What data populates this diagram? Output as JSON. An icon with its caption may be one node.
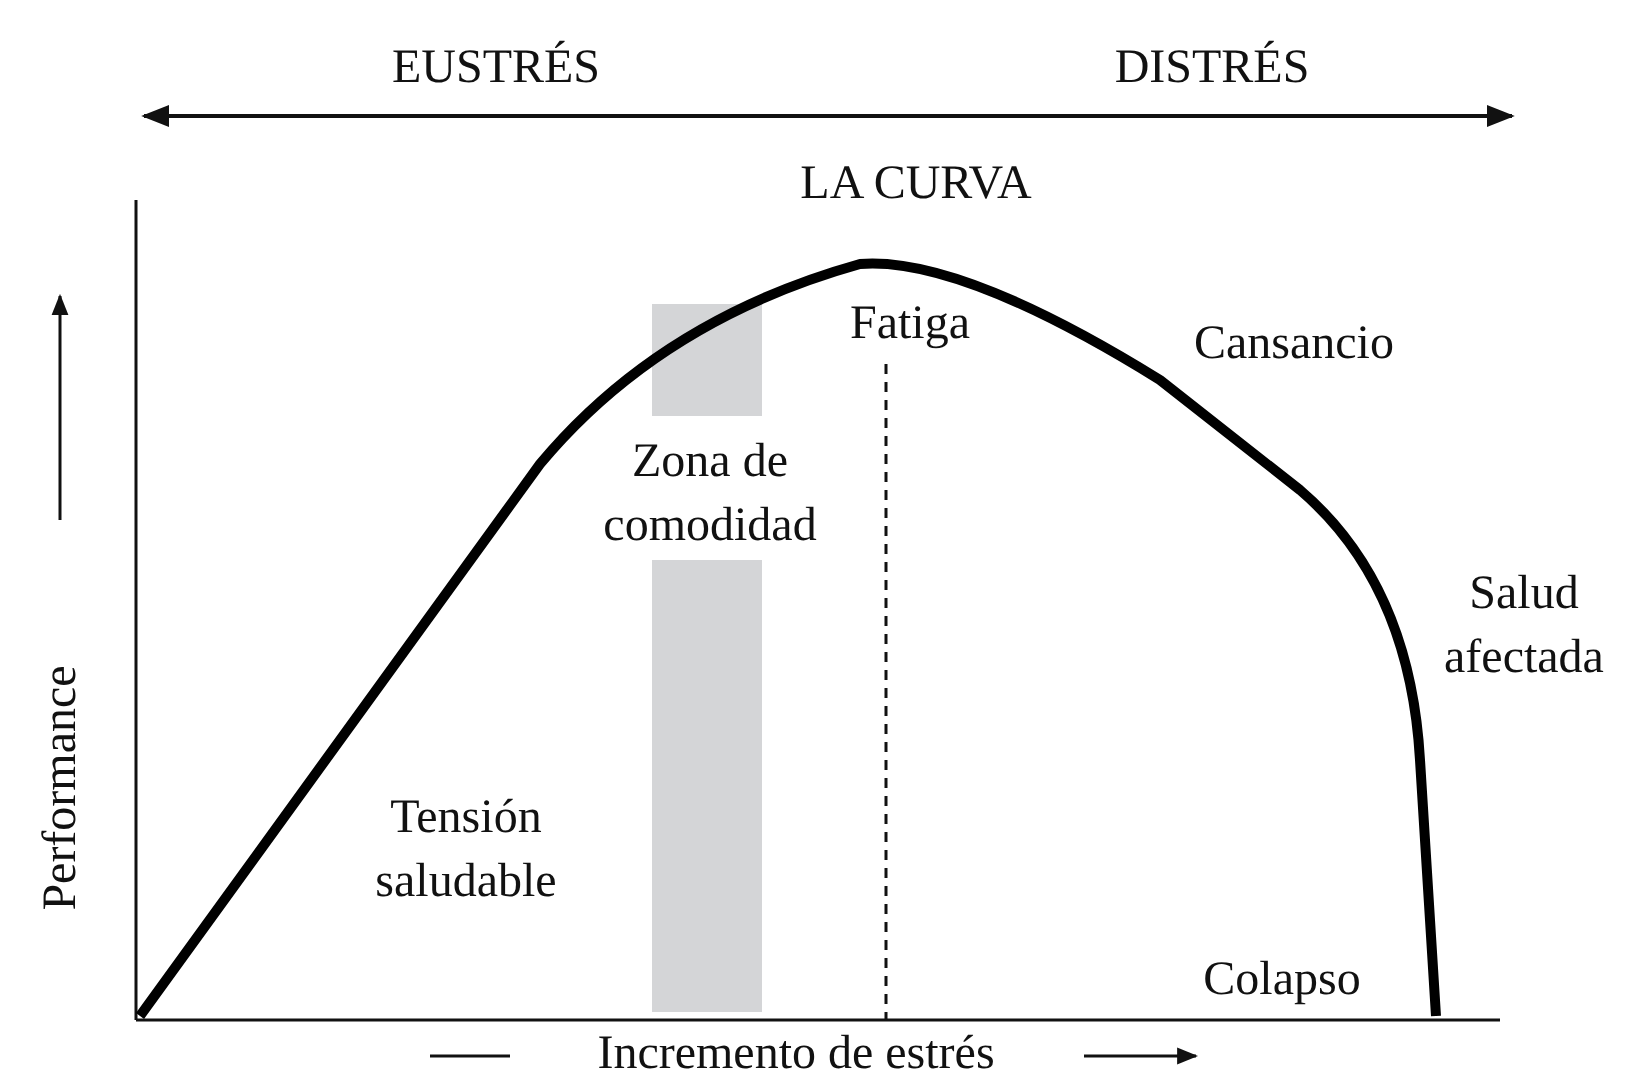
{
  "diagram": {
    "title": "LA CURVA",
    "labels": [
      "EUSTRÉS",
      "DISTRÉS",
      "Fatiga",
      "Cansancio",
      "Zona de comodidad",
      "Salud afectada",
      "Tensión saludable",
      "Colapso",
      "Performance",
      "Incremento de estrés"
    ]
  }
}
